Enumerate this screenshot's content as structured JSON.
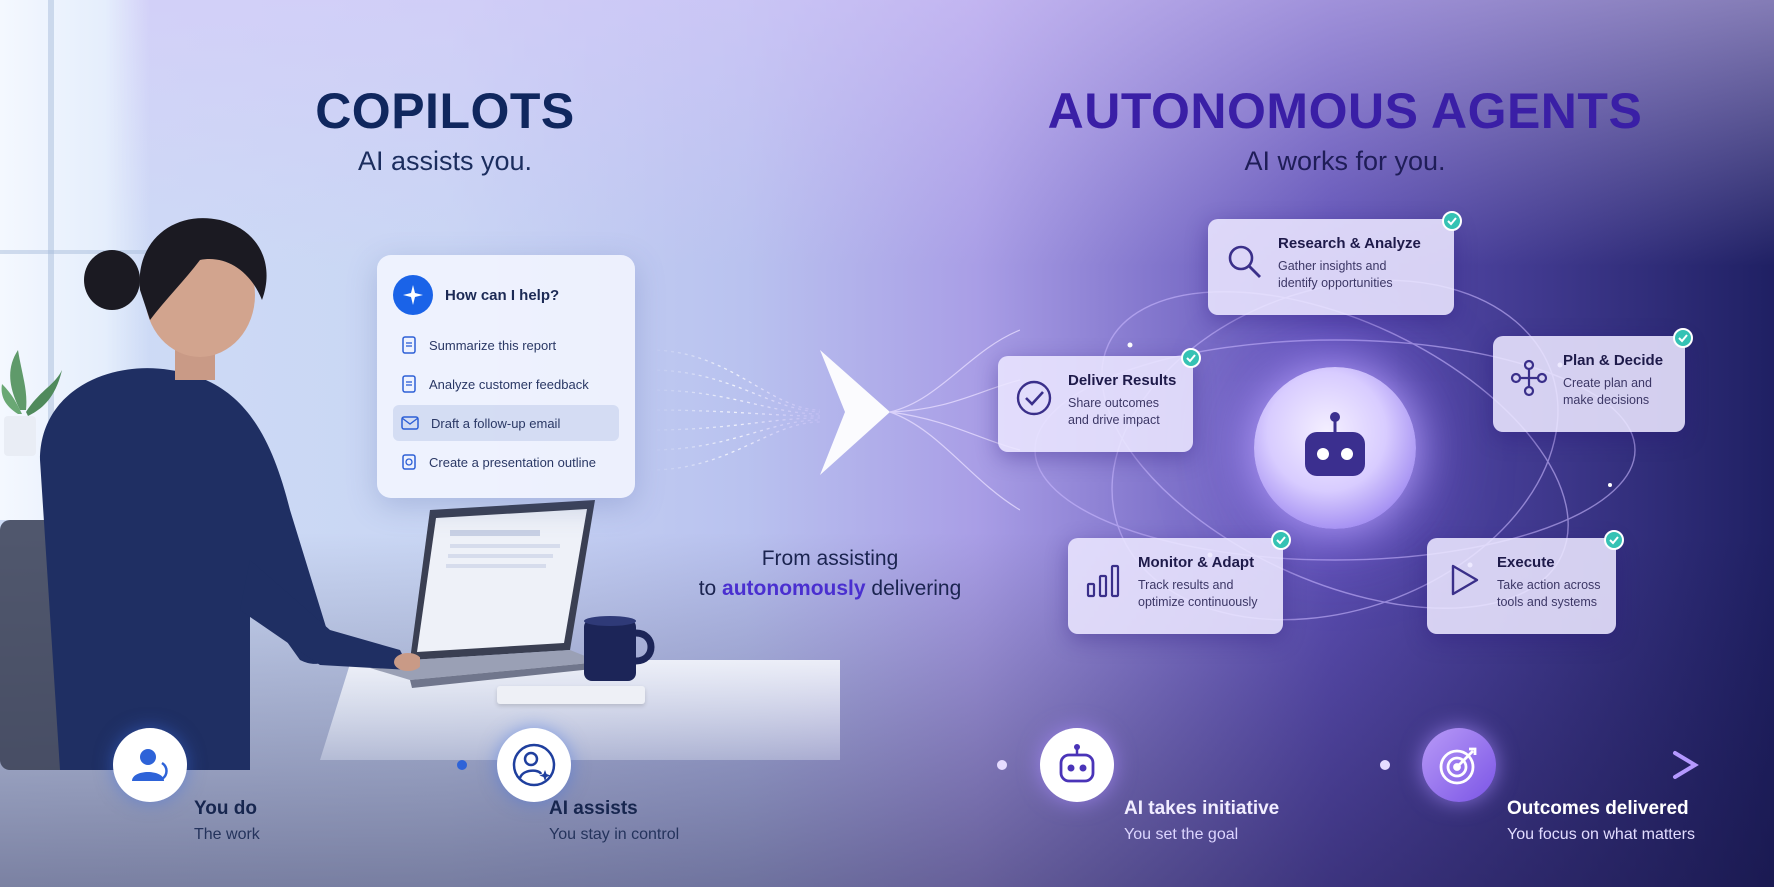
{
  "copilots": {
    "title": "COPILOTS",
    "subtitle": "AI assists you."
  },
  "agents": {
    "title": "AUTONOMOUS AGENTS",
    "subtitle": "AI works for you."
  },
  "chat": {
    "prompt": "How can I help?",
    "items": [
      {
        "label": "Summarize this report",
        "icon": "document-icon"
      },
      {
        "label": "Analyze customer feedback",
        "icon": "document-icon"
      },
      {
        "label": "Draft a follow-up email",
        "icon": "mail-icon"
      },
      {
        "label": "Create a presentation outline",
        "icon": "presentation-icon"
      }
    ]
  },
  "transition": {
    "line1": "From assisting",
    "line2_prefix": "to ",
    "line2_accent": "autonomously",
    "line2_suffix": " delivering"
  },
  "agent_cards": {
    "research": {
      "title": "Research & Analyze",
      "line1": "Gather insights and",
      "line2": "identify opportunities",
      "icon": "search-icon"
    },
    "plan": {
      "title": "Plan & Decide",
      "line1": "Create plan and",
      "line2": "make decisions",
      "icon": "flow-branch-icon"
    },
    "deliver": {
      "title": "Deliver Results",
      "line1": "Share outcomes",
      "line2": "and drive impact",
      "icon": "check-circle-icon"
    },
    "monitor": {
      "title": "Monitor & Adapt",
      "line1": "Track results and",
      "line2": "optimize continuously",
      "icon": "bar-chart-icon"
    },
    "execute": {
      "title": "Execute",
      "line1": "Take action across",
      "line2": "tools and systems",
      "icon": "play-icon"
    }
  },
  "timeline": [
    {
      "title": "You do",
      "subtitle": "The work",
      "icon": "user-icon"
    },
    {
      "title": "AI assists",
      "subtitle": "You stay in control",
      "icon": "user-sparkle-icon"
    },
    {
      "title": "AI takes initiative",
      "subtitle": "You set the goal",
      "icon": "robot-icon"
    },
    {
      "title": "Outcomes delivered",
      "subtitle": "You focus on what matters",
      "icon": "target-icon"
    }
  ],
  "colors": {
    "copilot_title": "#10275e",
    "agent_title": "#3a1fa6",
    "accent_blue": "#1a63e8",
    "accent_violet": "#4a2fd0",
    "check_teal": "#35c2b4"
  }
}
